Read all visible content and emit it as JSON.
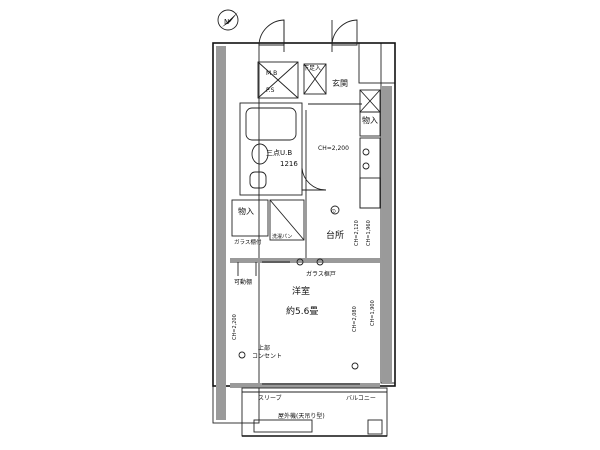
{
  "compass": {
    "label": "N"
  },
  "rooms": {
    "entrance": "玄関",
    "shoe_box": "下足入",
    "storage_top": "物入",
    "storage_left": "物入",
    "unit_bath": "三点U.B",
    "unit_bath_size": "1216",
    "kitchen": "台所",
    "western_room": "洋室",
    "western_size": "約5.6畳",
    "balcony": "バルコニー"
  },
  "fixtures": {
    "mbps_top": "M.B",
    "mbps_bottom": "P.S",
    "washing_pan": "洗濯パン",
    "glass_shelf": "ガラス棚付",
    "glass_door": "ガラス框戸",
    "movable_shelf": "可動棚",
    "outlet_upper": "上部",
    "outlet_label": "コンセント",
    "sleeve": "スリーブ",
    "outdoor_unit": "屋外機(天吊り型)"
  },
  "dims": {
    "ch_bath": "CH=2,200",
    "ch_k1": "CH=2,120",
    "ch_k2": "CH=1,960",
    "ch_w1": "CH=2,200",
    "ch_w2": "CH=2,080",
    "ch_w3": "CH=1,900"
  }
}
